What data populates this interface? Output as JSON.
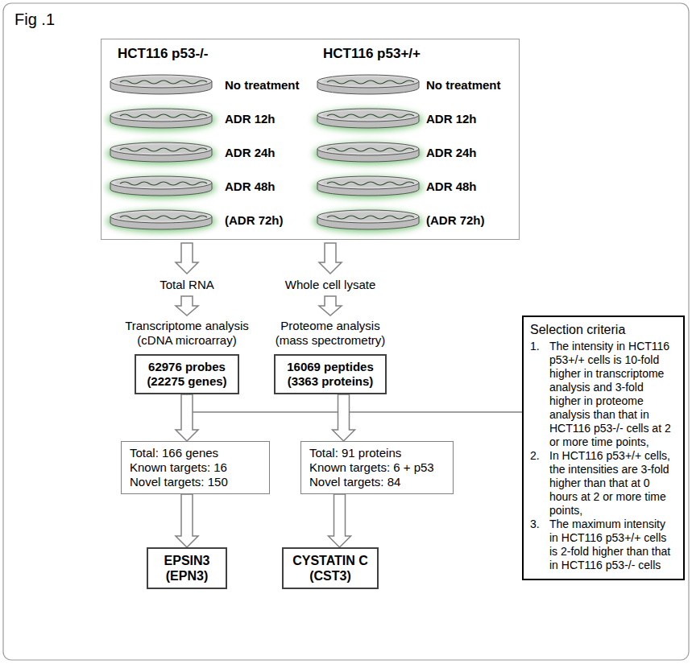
{
  "diagram": {
    "title": "Fig .1",
    "nodes": [
      {
        "text": [
          "HCT116 p53-/-",
          "No treatment",
          "ADR 12h",
          "ADR 24h",
          "ADR 48h",
          "(ADR 72h)",
          "HCT116 p53+/+",
          "No treatment",
          "ADR 12h",
          "ADR 24h",
          "ADR 48h",
          "(ADR 72h)"
        ]
      },
      {
        "text": [
          "62976 probes",
          "(22275 genes)"
        ]
      },
      {
        "text": [
          "16069 peptides",
          "(3363 proteins)"
        ]
      },
      {
        "text": [
          "Selection criteria",
          "1.",
          "The intensity in HCT116 p53+/+ cells is 10-fold higher in transcriptome analysis and 3-fold higher in proteome analysis than that in HCT116 p53-/- cells at 2 or more time points,",
          "2.",
          "In HCT116 p53+/+ cells, the intensities are 3-fold higher than that at 0 hours at 2 or more time points,",
          "3.",
          "The maximum intensity in HCT116 p53+/+ cells is 2-fold higher than that in HCT116 p53-/- cells"
        ]
      },
      {
        "text": [
          "Total: 166 genes",
          "Known targets: 16",
          "Novel targets: 150"
        ]
      },
      {
        "text": [
          "Total: 91 proteins",
          "Known targets: 6 + p53",
          "Novel targets: 84"
        ]
      },
      {
        "text": [
          "EPSIN3",
          "(EPN3)"
        ]
      },
      {
        "text": [
          "CYSTATIN C",
          "(CST3)"
        ]
      }
    ],
    "edges": [
      {
        "from": 1,
        "to": 4,
        "arrow": "to"
      },
      {
        "from": 2,
        "to": 5,
        "arrow": "to"
      },
      {
        "from": 4,
        "to": 6,
        "arrow": "to"
      },
      {
        "from": 5,
        "to": 7,
        "arrow": "to"
      }
    ],
    "labels": [
      "Total RNA",
      "Whole cell lysate",
      "Transcriptome analysis",
      "Proteome analysis",
      "(cDNA microarray)",
      "(mass spectrometry)"
    ]
  }
}
